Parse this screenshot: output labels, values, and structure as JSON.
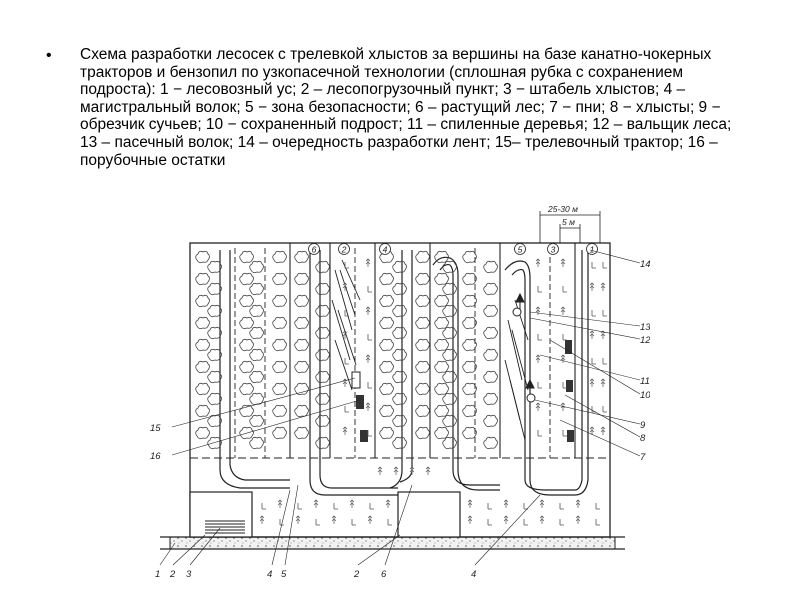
{
  "caption": {
    "bullet": "•",
    "text": "Схема разработки лесосек с трелевкой хлыстов за вершины на базе канатно-чокерных тракторов и бензопил по узкопасечной технологии (сплошная рубка с сохранением подроста): 1 − лесовозный ус; 2 – лесопогрузочный пункт; 3 − штабель хлыстов; 4 – магистральный волок; 5 − зона безопасности; 6 – растущий лес; 7 − пни; 8 − хлысты; 9 − обрезчик сучьев; 10 − сохраненный подрост; 11 – спиленные деревья; 12 – вальщик леса; 13 – пасечный волок; 14 – очередность разработки лент; 15– трелевочный трактор; 16 – порубочные остатки"
  },
  "diagram": {
    "dimensions": {
      "outer": "25-30 м",
      "inner": "5 м"
    },
    "strip_order_labels": [
      "6",
      "2",
      "4",
      "5",
      "3",
      "1"
    ],
    "right_callouts": [
      "14",
      "13",
      "12",
      "11",
      "10",
      "9",
      "8",
      "7"
    ],
    "left_callouts": [
      "15",
      "16"
    ],
    "bottom_callouts": [
      "1",
      "2",
      "3",
      "4",
      "5",
      "2",
      "6",
      "4"
    ]
  }
}
